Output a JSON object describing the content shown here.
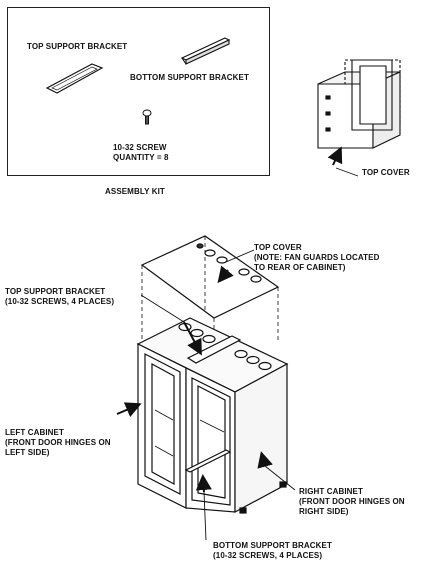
{
  "assembly_kit": {
    "caption": "ASSEMBLY KIT",
    "top_support_bracket": "TOP SUPPORT BRACKET",
    "bottom_support_bracket": "BOTTOM SUPPORT BRACKET",
    "screw_line1": "10-32 SCREW",
    "screw_line2": "QUANTITY = 8"
  },
  "inset": {
    "top_cover": "TOP COVER"
  },
  "main": {
    "top_cover_line1": "TOP COVER",
    "top_cover_line2": "(NOTE: FAN GUARDS LOCATED",
    "top_cover_line3": "TO REAR OF CABINET)",
    "top_bracket_line1": "TOP SUPPORT BRACKET",
    "top_bracket_line2": "(10-32 SCREWS, 4 PLACES)",
    "left_cabinet_line1": "LEFT CABINET",
    "left_cabinet_line2": "(FRONT DOOR HINGES ON",
    "left_cabinet_line3": "LEFT SIDE)",
    "right_cabinet_line1": "RIGHT CABINET",
    "right_cabinet_line2": "(FRONT DOOR HINGES ON",
    "right_cabinet_line3": "RIGHT SIDE)",
    "bottom_bracket_line1": "BOTTOM SUPPORT BRACKET",
    "bottom_bracket_line2": "(10-32 SCREWS, 4 PLACES)"
  }
}
